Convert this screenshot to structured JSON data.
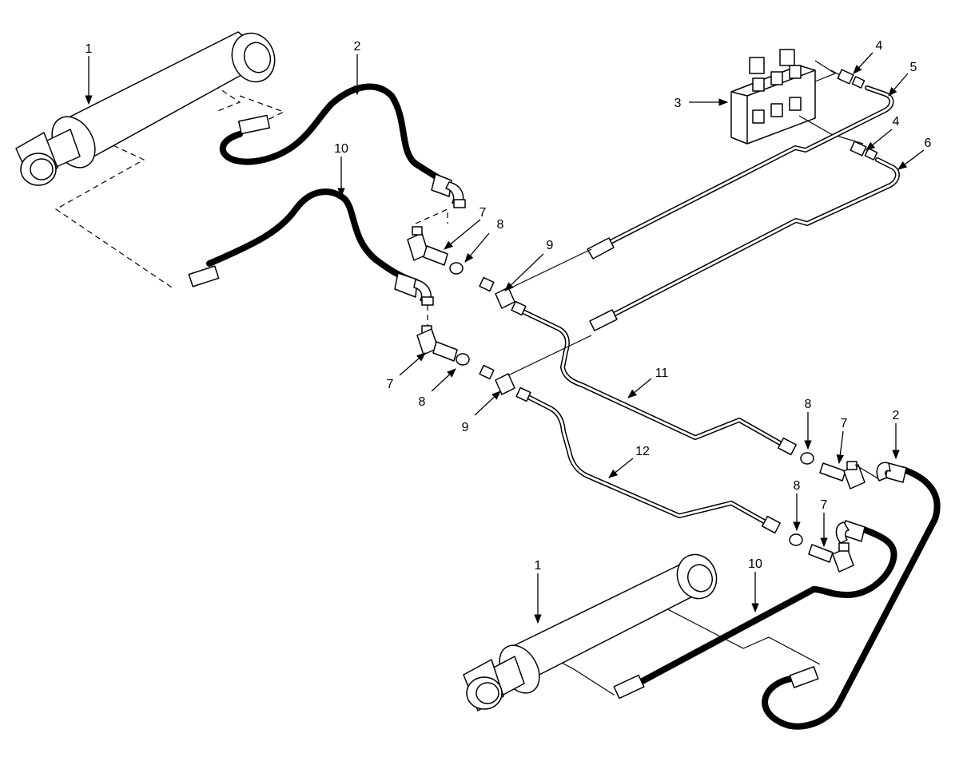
{
  "colors": {
    "ink": "#000000",
    "paper": "#ffffff"
  },
  "callouts": [
    {
      "id": "cyl-top",
      "label": "1"
    },
    {
      "id": "hose-top",
      "label": "2"
    },
    {
      "id": "valve",
      "label": "3"
    },
    {
      "id": "adapter-upper",
      "label": "4"
    },
    {
      "id": "tube-5",
      "label": "5"
    },
    {
      "id": "adapter-lower",
      "label": "4"
    },
    {
      "id": "tube-6",
      "label": "6"
    },
    {
      "id": "hose-10-top",
      "label": "10"
    },
    {
      "id": "elbow-upper",
      "label": "7"
    },
    {
      "id": "washer-upper",
      "label": "8"
    },
    {
      "id": "tee-upper",
      "label": "9"
    },
    {
      "id": "elbow-mid",
      "label": "7"
    },
    {
      "id": "washer-mid",
      "label": "8"
    },
    {
      "id": "tee-lower",
      "label": "9"
    },
    {
      "id": "tube-11",
      "label": "11"
    },
    {
      "id": "washer-right-upper",
      "label": "8"
    },
    {
      "id": "elbow-right-upper",
      "label": "7"
    },
    {
      "id": "hose-right",
      "label": "2"
    },
    {
      "id": "tube-12",
      "label": "12"
    },
    {
      "id": "washer-right-lower",
      "label": "8"
    },
    {
      "id": "elbow-right-lower",
      "label": "7"
    },
    {
      "id": "cyl-bottom",
      "label": "1"
    },
    {
      "id": "hose-10-bottom",
      "label": "10"
    }
  ]
}
